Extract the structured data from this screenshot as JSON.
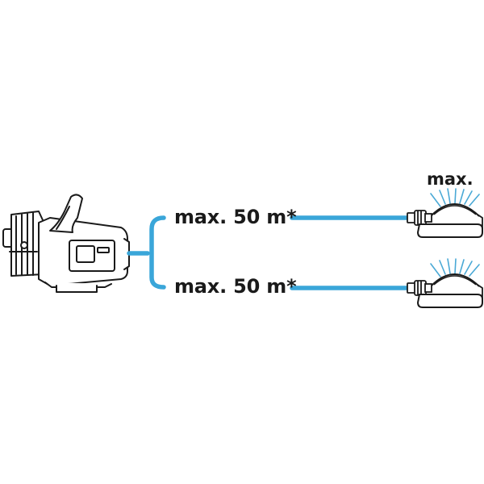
{
  "labels": {
    "top_length": "max. 50 m*",
    "bottom_length": "max. 50 m*",
    "sprinkler_max": "max."
  },
  "colors": {
    "hose": "#3aa6d9",
    "outline": "#1a1a1a",
    "spray": "#4aa9d6",
    "background": "#ffffff"
  },
  "icons": [
    "garden-pump-icon",
    "oscillating-sprinkler-icon",
    "oscillating-sprinkler-icon"
  ]
}
